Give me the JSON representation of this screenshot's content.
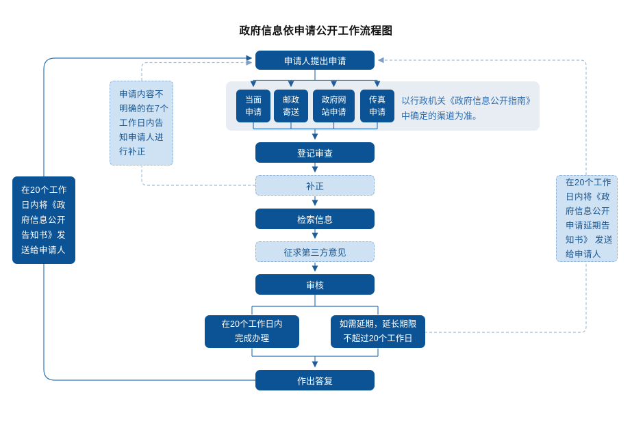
{
  "title": "政府信息依申请公开工作流程图",
  "nodes": {
    "start": "申请人提出申请",
    "channels": [
      "当面\n申请",
      "邮政\n寄送",
      "政府网\n站申请",
      "传真\n申请"
    ],
    "channels_note": "以行政机关《政府信息公开指南》\n中确定的渠道为准。",
    "register": "登记审查",
    "supplement": "补正",
    "search": "检索信息",
    "third_party": "征求第三方意见",
    "review": "审核",
    "complete": "在20个工作日内\n完成办理",
    "extend": "如需延期，延长期限\n不超过20个工作日",
    "reply": "作出答复",
    "left_note": "申请内容不\n明确的在7个\n工作日内告\n知申请人进\n行补正",
    "left_send": "在20个工作\n日内将《政\n府信息公开\n告知书》发\n送给申请人",
    "right_send": "在20个工作\n日内将《政\n府信息公开\n申请延期告\n知书》 发送\n给申请人"
  },
  "colors": {
    "node_dark": "#0b5394",
    "node_light_fill": "#cfe2f3",
    "node_light_border": "#8db3d8",
    "panel_background": "#e8edf3",
    "solid_line": "#2e75b6",
    "dashed_line": "#9fbdd8",
    "note_text": "#2e6cb0",
    "title_text": "#111111"
  }
}
